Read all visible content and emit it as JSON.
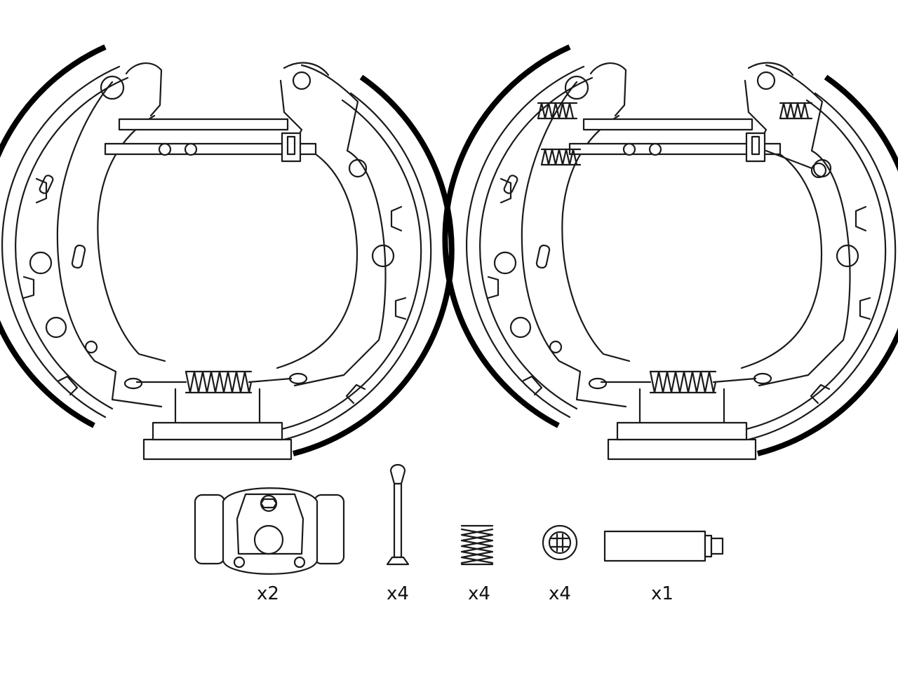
{
  "diagram": {
    "title": "",
    "line_color": "#1a1a1a",
    "background": "#ffffff",
    "assemblies": [
      {
        "name": "left-brake-shoe-assembly",
        "label": ""
      },
      {
        "name": "right-brake-shoe-assembly",
        "label": ""
      }
    ],
    "parts": [
      {
        "name": "wheel-cylinder",
        "quantity": "x2"
      },
      {
        "name": "hold-down-pin",
        "quantity": "x4"
      },
      {
        "name": "hold-down-spring",
        "quantity": "x4"
      },
      {
        "name": "hold-down-cup",
        "quantity": "x4"
      },
      {
        "name": "grease-tube",
        "quantity": "x1"
      }
    ]
  }
}
